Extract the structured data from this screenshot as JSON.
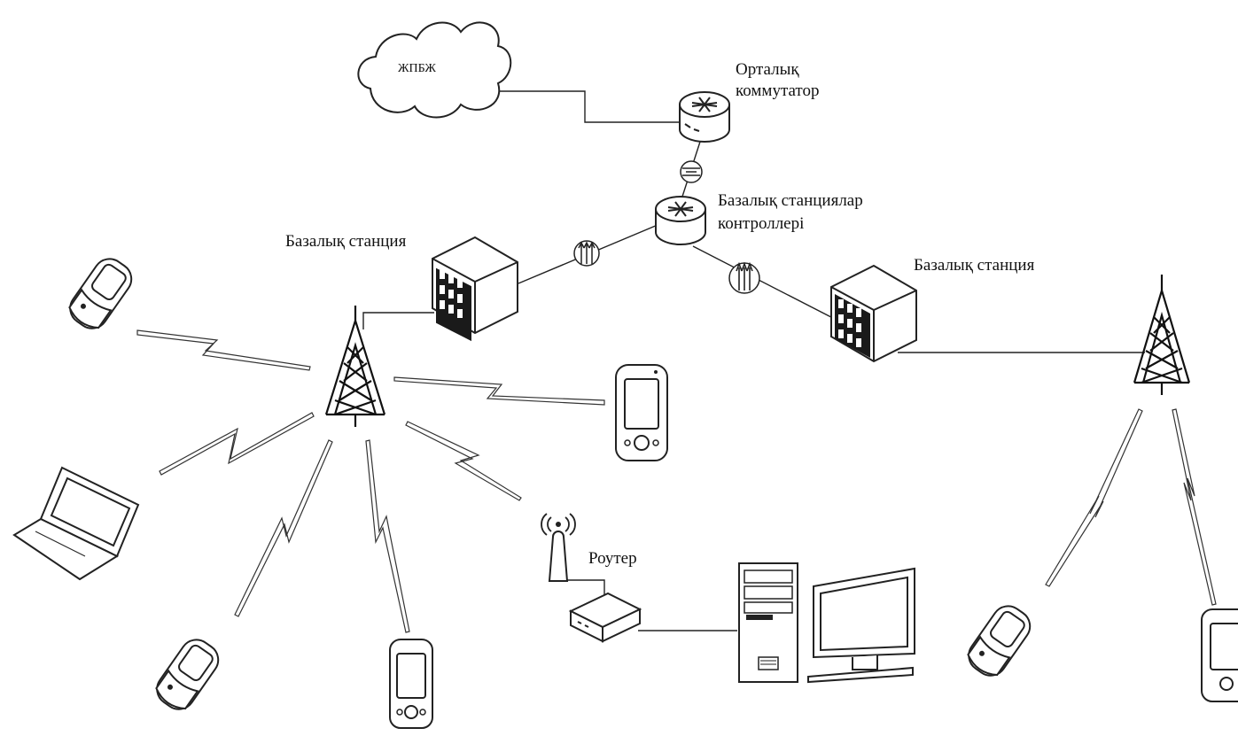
{
  "labels": {
    "cloud": "ЖПБЖ",
    "central_switch_line1": "Орталық",
    "central_switch_line2": "коммутатор",
    "bsc_line1": "Базалық станциялар",
    "bsc_line2": "контроллері",
    "base_station_left": "Базалық станция",
    "base_station_right": "Базалық станция",
    "router": "Роутер"
  },
  "nodes": [
    {
      "id": "cloud",
      "icon": "cloud-icon"
    },
    {
      "id": "central-switch",
      "icon": "switch-router-icon"
    },
    {
      "id": "transcoder",
      "icon": "transcoder-icon"
    },
    {
      "id": "bsc",
      "icon": "switch-router-icon"
    },
    {
      "id": "bts-left",
      "icon": "base-station-icon"
    },
    {
      "id": "bts-right",
      "icon": "base-station-icon"
    },
    {
      "id": "tower-left",
      "icon": "cell-tower-icon"
    },
    {
      "id": "tower-right",
      "icon": "cell-tower-icon"
    },
    {
      "id": "wifi-antenna",
      "icon": "antenna-icon"
    },
    {
      "id": "router",
      "icon": "router-icon"
    },
    {
      "id": "desktop-pc",
      "icon": "desktop-computer-icon"
    },
    {
      "id": "phone-1",
      "icon": "mobile-phone-icon"
    },
    {
      "id": "phone-2",
      "icon": "mobile-phone-icon"
    },
    {
      "id": "phone-3",
      "icon": "mobile-phone-icon"
    },
    {
      "id": "pda-1",
      "icon": "pda-icon"
    },
    {
      "id": "pda-2",
      "icon": "pda-icon"
    },
    {
      "id": "pda-3",
      "icon": "pda-icon"
    },
    {
      "id": "laptop",
      "icon": "laptop-icon"
    }
  ],
  "links": [
    {
      "from": "cloud",
      "to": "central-switch",
      "type": "wired"
    },
    {
      "from": "central-switch",
      "to": "bsc",
      "type": "wired"
    },
    {
      "from": "bsc",
      "to": "bts-left",
      "type": "wired"
    },
    {
      "from": "bsc",
      "to": "bts-right",
      "type": "wired"
    },
    {
      "from": "bts-left",
      "to": "tower-left",
      "type": "wired"
    },
    {
      "from": "bts-right",
      "to": "tower-right",
      "type": "wired"
    },
    {
      "from": "tower-left",
      "to": "phone-1",
      "type": "wireless"
    },
    {
      "from": "tower-left",
      "to": "laptop",
      "type": "wireless"
    },
    {
      "from": "tower-left",
      "to": "phone-2",
      "type": "wireless"
    },
    {
      "from": "tower-left",
      "to": "pda-2",
      "type": "wireless"
    },
    {
      "from": "tower-left",
      "to": "pda-1",
      "type": "wireless"
    },
    {
      "from": "tower-left",
      "to": "wifi-antenna",
      "type": "wireless"
    },
    {
      "from": "tower-right",
      "to": "phone-3",
      "type": "wireless"
    },
    {
      "from": "tower-right",
      "to": "pda-3",
      "type": "wireless"
    },
    {
      "from": "wifi-antenna",
      "to": "router",
      "type": "wired"
    },
    {
      "from": "router",
      "to": "desktop-pc",
      "type": "wired"
    }
  ]
}
